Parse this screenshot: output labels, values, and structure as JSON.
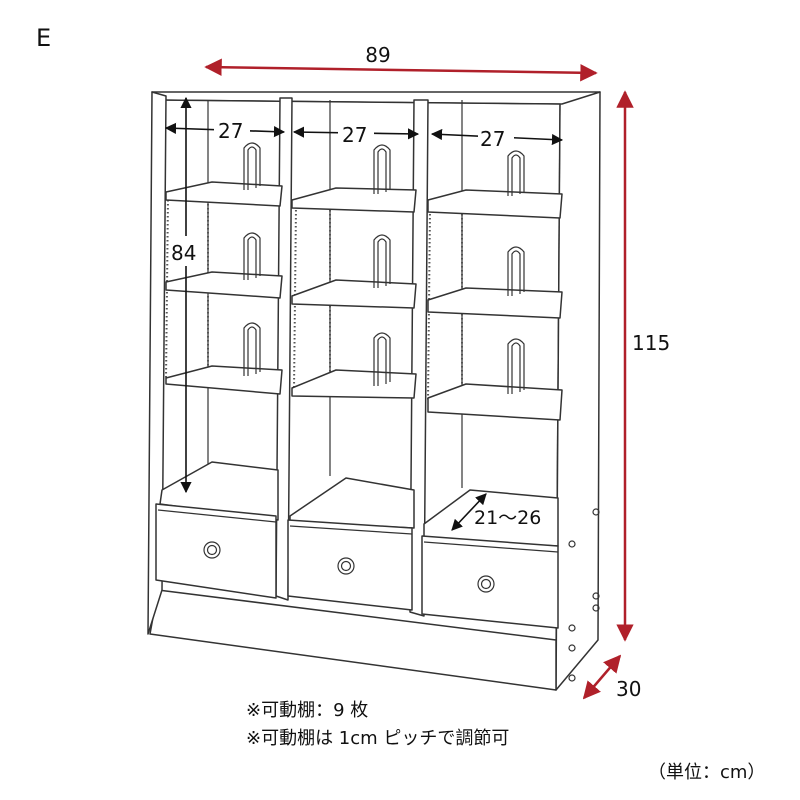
{
  "panel_letter": "E",
  "dimensions": {
    "width": "89",
    "height_total": "115",
    "depth": "30",
    "inner_height": "84",
    "compartment_width_1": "27",
    "compartment_width_2": "27",
    "compartment_width_3": "27",
    "inner_depth": "21〜26"
  },
  "notes": {
    "line1": "※可動棚：9 枚",
    "line2": "※可動棚は 1cm ピッチで調節可"
  },
  "unit": "（単位：cm）",
  "colors": {
    "dimension_arrow": "#b0202a",
    "outline": "#333333"
  }
}
